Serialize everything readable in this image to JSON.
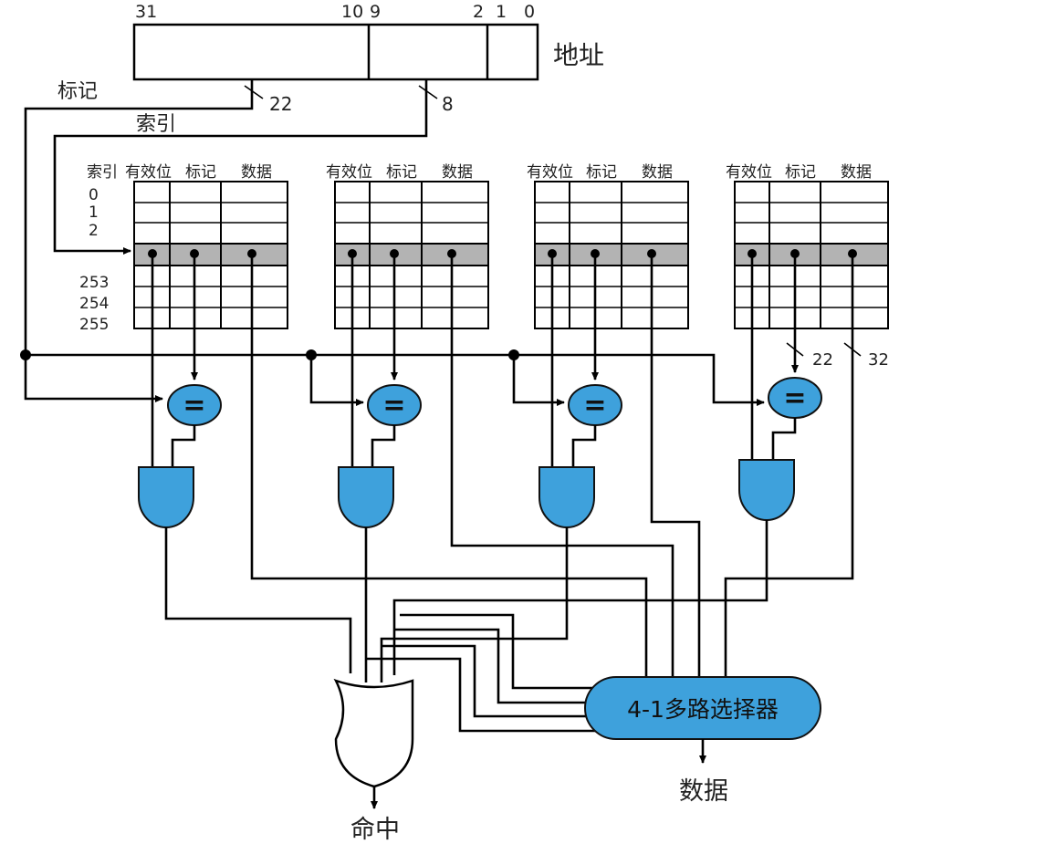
{
  "address": {
    "bit_labels": [
      "31",
      "10",
      "9",
      "2",
      "1",
      "0"
    ],
    "label": "地址"
  },
  "signals": {
    "tag_label": "标记",
    "tag_width": "22",
    "index_label": "索引",
    "index_width": "8",
    "tag_compare_width": "22",
    "data_width": "32"
  },
  "ways": [
    {
      "headers": [
        "索引",
        "有效位",
        "标记",
        "数据"
      ]
    },
    {
      "headers": [
        "有效位",
        "标记",
        "数据"
      ]
    },
    {
      "headers": [
        "有效位",
        "标记",
        "数据"
      ]
    },
    {
      "headers": [
        "有效位",
        "标记",
        "数据"
      ]
    }
  ],
  "index_rows": [
    "0",
    "1",
    "2",
    "253",
    "254",
    "255"
  ],
  "comparator_symbol": "=",
  "mux_label": "4-1多路选择器",
  "data_output_label": "数据",
  "hit_output_label": "命中",
  "colors": {
    "gate_fill": "#3ea1dc",
    "row_highlight": "#b3b3b3",
    "wire": "#000000"
  }
}
